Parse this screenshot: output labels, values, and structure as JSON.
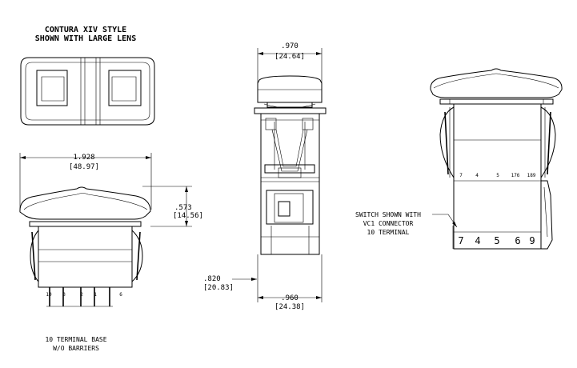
{
  "title": {
    "line1": "CONTURA XIV STYLE",
    "line2": "SHOWN WITH LARGE LENS"
  },
  "dimensions": {
    "overall_width": {
      "inches": "1.928",
      "mm": "[48.97]"
    },
    "lens_height": {
      "inches": ".573",
      "mm": "[14.56]"
    },
    "side_top_width": {
      "inches": ".970",
      "mm": "[24.64]"
    },
    "side_bottom_width": {
      "inches": ".960",
      "mm": "[24.38]"
    },
    "side_partial": {
      "inches": ".820",
      "mm": "[20.83]"
    }
  },
  "front_terminals": [
    "10",
    "3",
    "2",
    "1",
    "6"
  ],
  "base_note": {
    "line1": "10 TERMINAL BASE",
    "line2": "W/O BARRIERS"
  },
  "connector_note": {
    "line1": "SWITCH SHOWN WITH",
    "line2": "VC1 CONNECTOR",
    "line3": "10 TERMINAL"
  },
  "rear_small_labels": [
    "7",
    "4",
    "5",
    "176",
    "189"
  ],
  "rear_large_labels": [
    "7",
    "4",
    "5",
    "6",
    "9"
  ]
}
